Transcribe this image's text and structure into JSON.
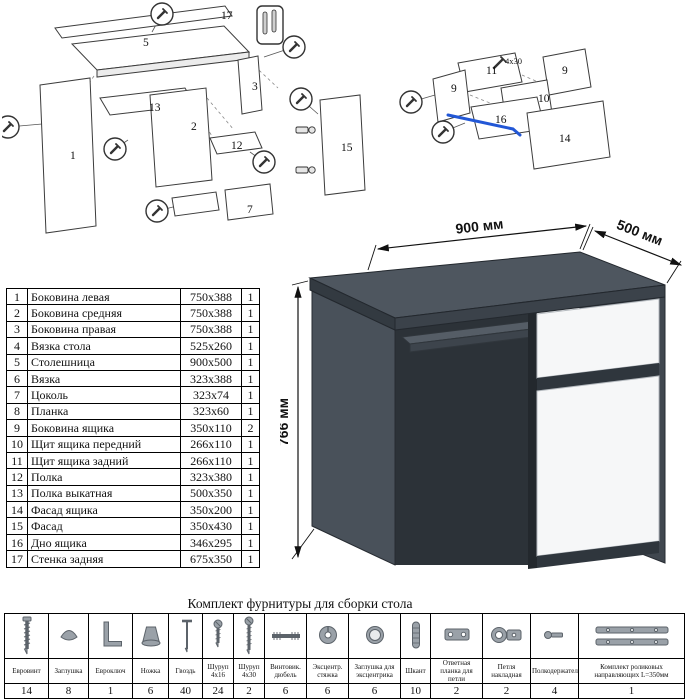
{
  "parts_table": {
    "rows": [
      {
        "num": "1",
        "name": "Боковина левая",
        "size": "750x388",
        "qty": "1"
      },
      {
        "num": "2",
        "name": "Боковина средняя",
        "size": "750x388",
        "qty": "1"
      },
      {
        "num": "3",
        "name": "Боковина правая",
        "size": "750x388",
        "qty": "1"
      },
      {
        "num": "4",
        "name": "Вязка стола",
        "size": "525x260",
        "qty": "1"
      },
      {
        "num": "5",
        "name": "Столешница",
        "size": "900x500",
        "qty": "1"
      },
      {
        "num": "6",
        "name": "Вязка",
        "size": "323x388",
        "qty": "1"
      },
      {
        "num": "7",
        "name": "Цоколь",
        "size": "323x74",
        "qty": "1"
      },
      {
        "num": "8",
        "name": "Планка",
        "size": "323x60",
        "qty": "1"
      },
      {
        "num": "9",
        "name": "Боковина ящика",
        "size": "350x110",
        "qty": "2"
      },
      {
        "num": "10",
        "name": "Щит ящика передний",
        "size": "266x110",
        "qty": "1"
      },
      {
        "num": "11",
        "name": "Щит ящика задний",
        "size": "266x110",
        "qty": "1"
      },
      {
        "num": "12",
        "name": "Полка",
        "size": "323x380",
        "qty": "1"
      },
      {
        "num": "13",
        "name": "Полка выкатная",
        "size": "500x350",
        "qty": "1"
      },
      {
        "num": "14",
        "name": "Фасад ящика",
        "size": "350x200",
        "qty": "1"
      },
      {
        "num": "15",
        "name": "Фасад",
        "size": "350x430",
        "qty": "1"
      },
      {
        "num": "16",
        "name": "Дно ящика",
        "size": "346x295",
        "qty": "1"
      },
      {
        "num": "17",
        "name": "Стенка задняя",
        "size": "675x350",
        "qty": "1"
      }
    ]
  },
  "desk": {
    "width": "900 мм",
    "depth": "500 мм",
    "height": "766 мм",
    "body_color": "#4e565f",
    "front_color": "#f6f7f8"
  },
  "exploded": {
    "n1": "1",
    "n2": "2",
    "n3": "3",
    "n5": "5",
    "n7": "7",
    "n12": "12",
    "n13": "13",
    "n15": "15",
    "n17": "17"
  },
  "drawer": {
    "n9a": "9",
    "n9b": "9",
    "n10": "10",
    "n11": "11",
    "n14": "14",
    "n16": "16",
    "note": "4х30",
    "guide_color": "#2257d6"
  },
  "hardware": {
    "title": "Комплект фурнитуры для сборки стола",
    "items": [
      {
        "name": "Евровинт",
        "qty": "14",
        "icon": "euro-screw-icon"
      },
      {
        "name": "Заглушка",
        "qty": "8",
        "icon": "cap-icon"
      },
      {
        "name": "Евроключ",
        "qty": "1",
        "icon": "hex-key-icon"
      },
      {
        "name": "Ножка",
        "qty": "6",
        "icon": "foot-icon"
      },
      {
        "name": "Гвоздь",
        "qty": "40",
        "icon": "nail-icon"
      },
      {
        "name": "Шуруп 4x16",
        "qty": "24",
        "icon": "screw-short-icon"
      },
      {
        "name": "Шуруп 4x30",
        "qty": "2",
        "icon": "screw-long-icon"
      },
      {
        "name": "Винтовик. дюбель",
        "qty": "6",
        "icon": "dowel-screw-icon"
      },
      {
        "name": "Эксцентр. стяжка",
        "qty": "6",
        "icon": "cam-lock-icon"
      },
      {
        "name": "Заглушка для эксцентрика",
        "qty": "6",
        "icon": "cam-cap-icon"
      },
      {
        "name": "Шкант",
        "qty": "10",
        "icon": "wood-dowel-icon"
      },
      {
        "name": "Ответная планка для петли",
        "qty": "2",
        "icon": "hinge-plate-icon"
      },
      {
        "name": "Петля накладная",
        "qty": "2",
        "icon": "hinge-icon"
      },
      {
        "name": "Полкодержатель",
        "qty": "4",
        "icon": "shelf-support-icon"
      },
      {
        "name": "Комплект роликовых направляющих L=350мм",
        "qty": "1",
        "icon": "roller-guides-icon"
      }
    ]
  }
}
